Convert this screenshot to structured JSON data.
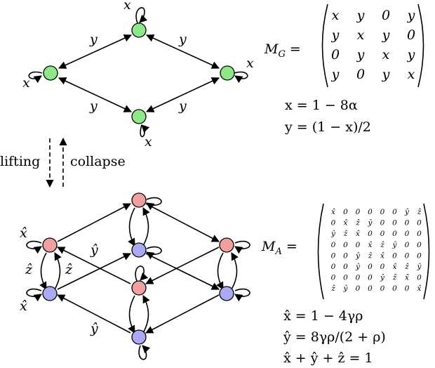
{
  "colors": {
    "green": "#8ee88a",
    "red": "#f0a0a0",
    "blue": "#a9a9f4"
  },
  "top_graph": {
    "edge_label": "y",
    "loop_label": "x"
  },
  "top_matrix": {
    "name": "M",
    "subscript": "G",
    "equals": "=",
    "rows": [
      [
        "x",
        "y",
        "0",
        "y"
      ],
      [
        "y",
        "x",
        "y",
        "0"
      ],
      [
        "0",
        "y",
        "x",
        "y"
      ],
      [
        "y",
        "0",
        "y",
        "x"
      ]
    ]
  },
  "top_equations": [
    "x = 1 − 8α",
    "y = (1 − x)/2"
  ],
  "arrows": {
    "left_label": "lifting",
    "right_label": "collapse"
  },
  "bottom_graph": {
    "x_label": "x̂",
    "y_label": "ŷ",
    "z_label": "ẑ"
  },
  "bottom_matrix": {
    "name": "M",
    "subscript": "A",
    "equals": "=",
    "rows": [
      [
        "x̂",
        "0",
        "0",
        "0",
        "0",
        "0",
        "ŷ",
        "ẑ"
      ],
      [
        "0",
        "x̂",
        "ẑ",
        "ŷ",
        "0",
        "0",
        "0",
        "0"
      ],
      [
        "ŷ",
        "ẑ",
        "x̂",
        "0",
        "0",
        "0",
        "0",
        "0"
      ],
      [
        "0",
        "0",
        "0",
        "x̂",
        "ẑ",
        "ŷ",
        "0",
        "0"
      ],
      [
        "0",
        "0",
        "ŷ",
        "ẑ",
        "x̂",
        "0",
        "0",
        "0"
      ],
      [
        "0",
        "0",
        "ŷ",
        "0",
        "0",
        "x̂",
        "ẑ",
        "ŷ"
      ],
      [
        "0",
        "0",
        "0",
        "0",
        "ŷ",
        "ẑ",
        "x̂",
        "0"
      ],
      [
        "ẑ",
        "ŷ",
        "0",
        "0",
        "0",
        "0",
        "0",
        "x̂"
      ]
    ]
  },
  "bottom_equations": [
    "x̂ = 1 − 4γρ",
    "ŷ = 8γρ/(2 + ρ)",
    "x̂ + ŷ + ẑ = 1"
  ]
}
